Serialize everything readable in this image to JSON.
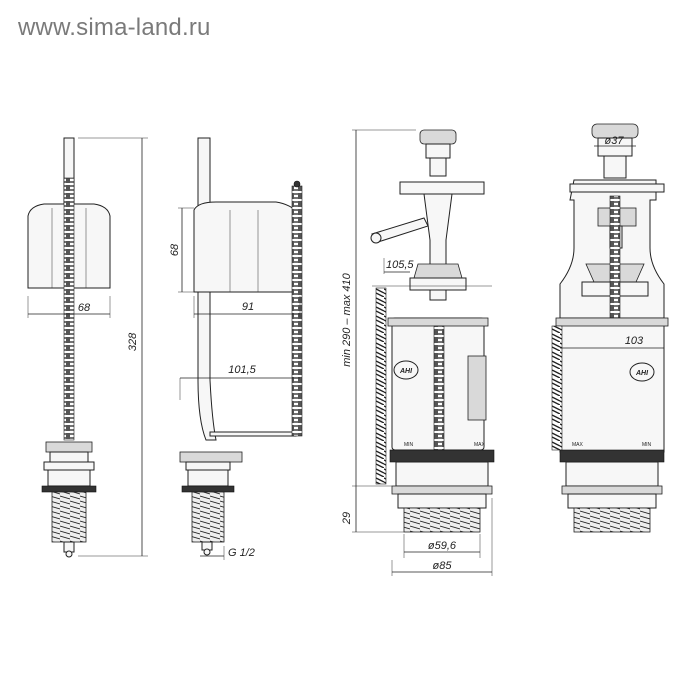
{
  "watermark": "www.sima-land.ru",
  "dimensions": {
    "valve_front_width": "68",
    "valve_height": "328",
    "valve_side_float_height": "68",
    "valve_side_arm": "91",
    "valve_side_lever": "101,5",
    "valve_thread": "G 1/2",
    "drain_height_range": "min 290 – max 410",
    "drain_overflow": "105,5",
    "drain_bottom_height": "29",
    "drain_outlet_inner": "ø59,6",
    "drain_outlet_outer": "ø85",
    "drain_button_diameter": "ø37",
    "drain_side_width": "103"
  },
  "labels": {
    "min_mark": "MIN",
    "max_mark": "MAX",
    "logo": "АНІ"
  }
}
